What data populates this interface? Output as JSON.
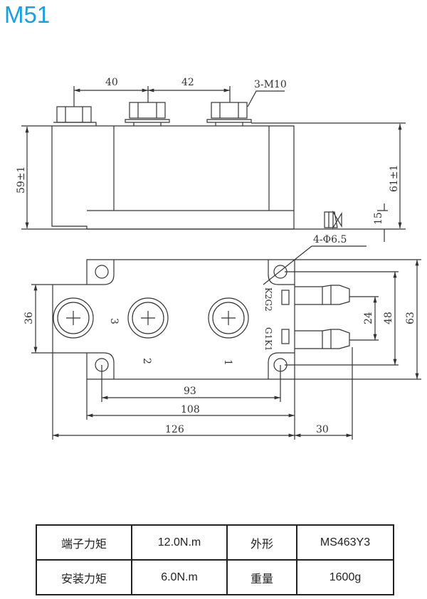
{
  "title": "M51",
  "drawing": {
    "side": {
      "d1": "40",
      "d2": "42",
      "thread": "3-M10",
      "h_left": "59±1",
      "h_right": "61±1",
      "base": "15",
      "holes": "4-Φ6.5"
    },
    "top": {
      "d93": "93",
      "d108": "108",
      "d126": "126",
      "d30": "30",
      "d36": "36",
      "d24": "24",
      "d48": "48",
      "d63": "63",
      "t1": "1",
      "t2": "2",
      "t3": "3",
      "g2": "K2G2",
      "g1": "G1K1"
    }
  },
  "specs": [
    {
      "label": "端子力矩",
      "value": "12.0N.m",
      "label2": "外形",
      "value2": "MS463Y3"
    },
    {
      "label": "安装力矩",
      "value": "6.0N.m",
      "label2": "重量",
      "value2": "1600g"
    }
  ]
}
